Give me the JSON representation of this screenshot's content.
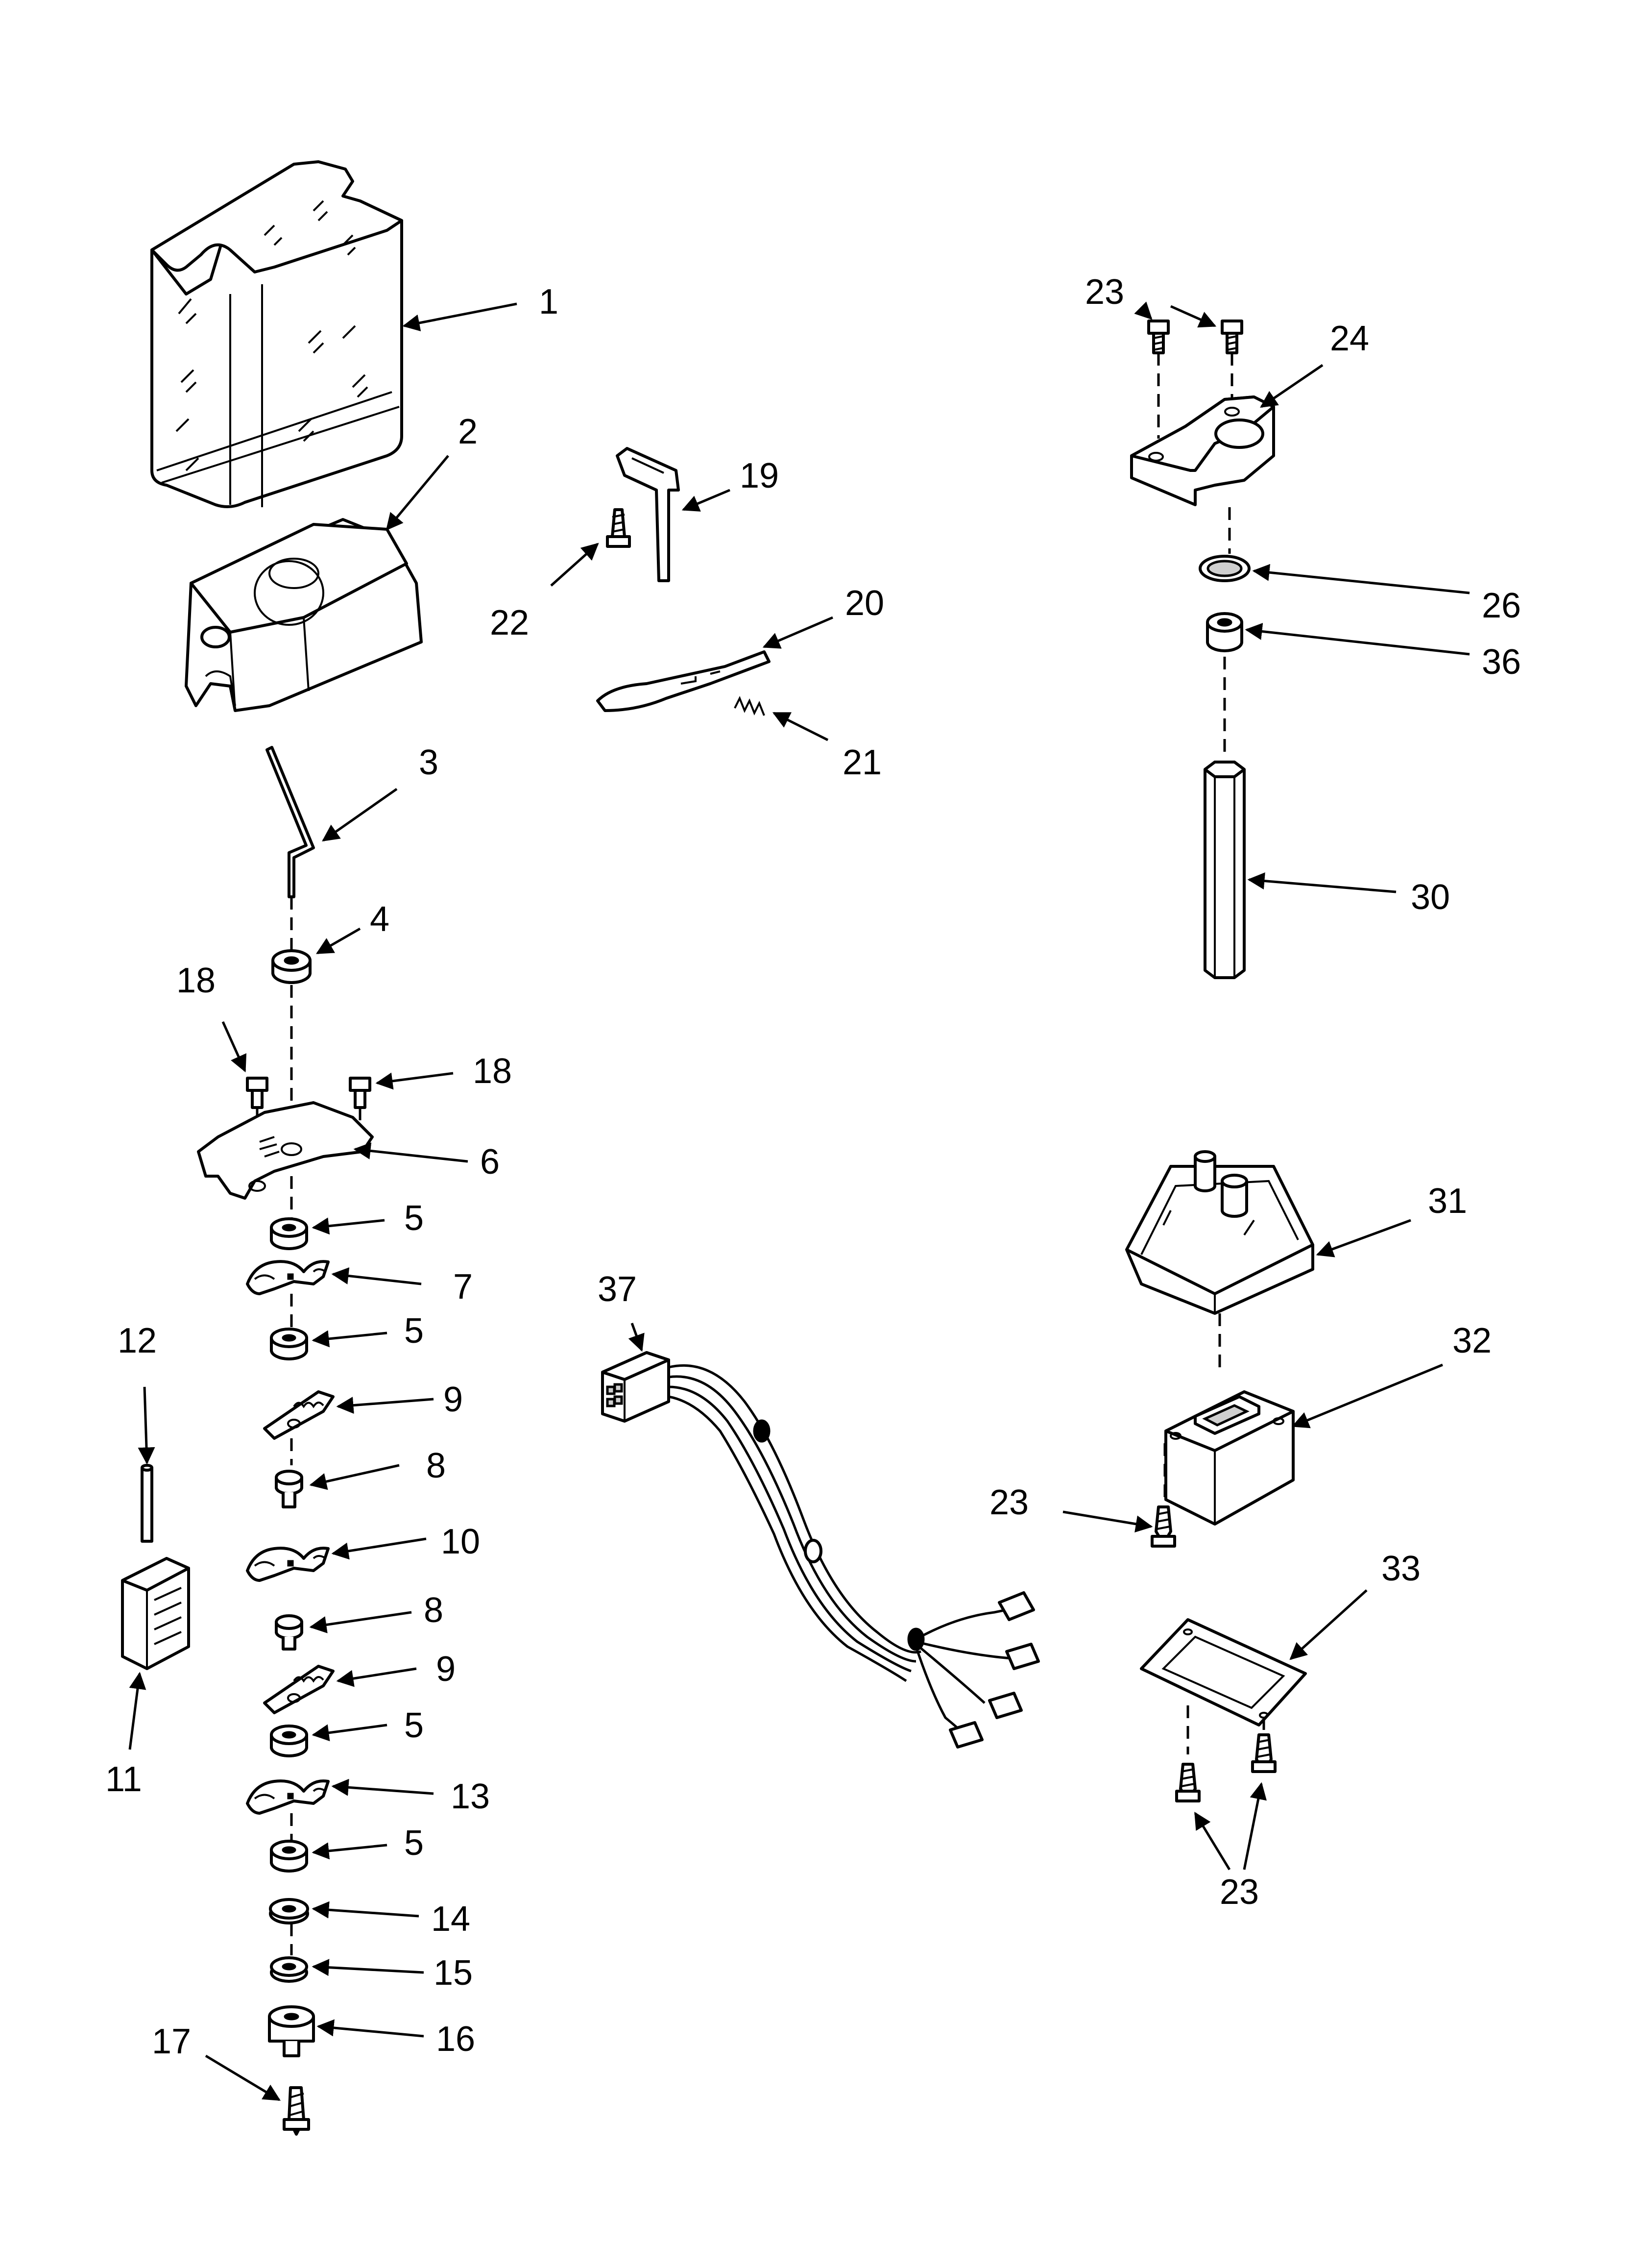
{
  "callouts": {
    "c1": "1",
    "c2": "2",
    "c3": "3",
    "c4": "4",
    "c5a": "5",
    "c5b": "5",
    "c5c": "5",
    "c5d": "5",
    "c6": "6",
    "c7": "7",
    "c8a": "8",
    "c8b": "8",
    "c9a": "9",
    "c9b": "9",
    "c10": "10",
    "c11": "11",
    "c12": "12",
    "c13": "13",
    "c14": "14",
    "c15": "15",
    "c16": "16",
    "c17": "17",
    "c18a": "18",
    "c18b": "18",
    "c19": "19",
    "c20": "20",
    "c21": "21",
    "c22": "22",
    "c23a": "23",
    "c23b": "23",
    "c23c": "23",
    "c24": "24",
    "c26": "26",
    "c30": "30",
    "c31": "31",
    "c32": "32",
    "c33": "33",
    "c36": "36",
    "c37": "37"
  }
}
